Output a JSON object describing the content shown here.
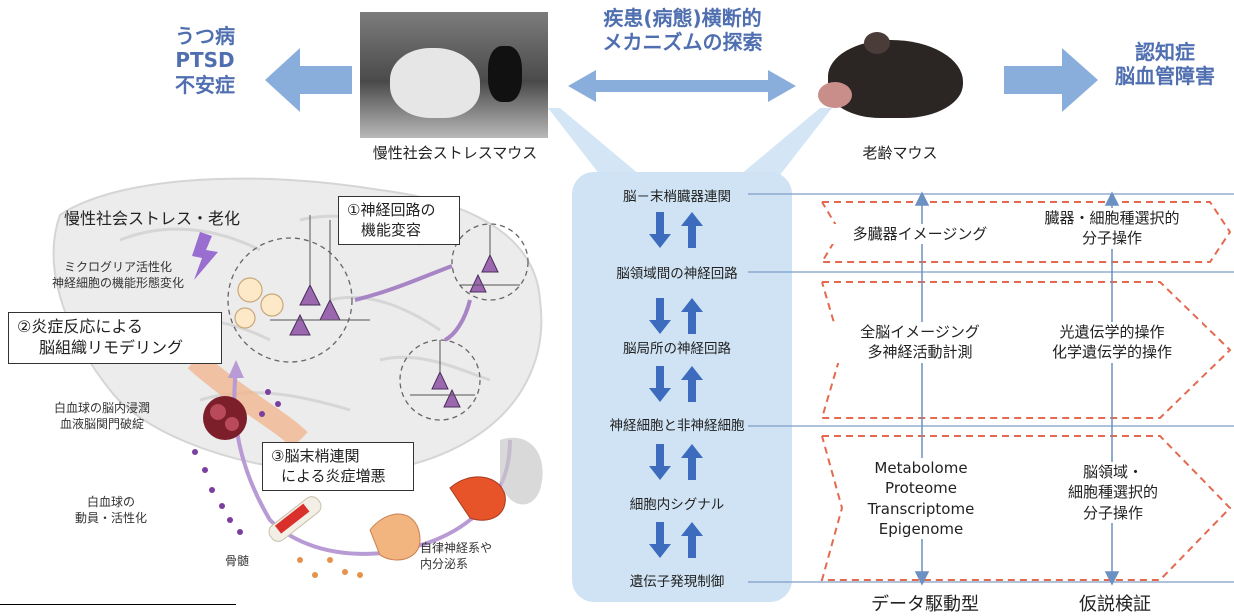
{
  "top": {
    "left_disorders": [
      "うつ病",
      "PTSD",
      "不安症"
    ],
    "center_title": [
      "疾患(病態)横断的",
      "メカニズムの探索"
    ],
    "right_disorders": [
      "認知症",
      "脳血管障害"
    ],
    "stress_mouse_caption": "慢性社会ストレスマウス",
    "aged_mouse_caption": "老齢マウス"
  },
  "brain": {
    "stress_label": "慢性社会ストレス・老化",
    "box1": [
      "①神経回路の",
      "機能変容"
    ],
    "microglia": [
      "ミクログリア活性化",
      "神経細胞の機能形態変化"
    ],
    "box2": [
      "②炎症反応による",
      "脳組織リモデリング"
    ],
    "leukocyte_infiltration": [
      "白血球の脳内浸潤",
      "血液脳関門破綻"
    ],
    "box3": [
      "③脳末梢連関",
      "による炎症増悪"
    ],
    "leukocyte_mobilization": [
      "白血球の",
      "動員・活性化"
    ],
    "bone_marrow": "骨髄",
    "autonomic": [
      "自律神経系や",
      "内分泌系"
    ]
  },
  "levels": [
    "脳－末梢臓器連関",
    "脳領域間の神経回路",
    "脳局所の神経回路",
    "神経細胞と非神経細胞",
    "細胞内シグナル",
    "遺伝子発現制御"
  ],
  "right_panel": {
    "multi_organ": "多臓器イメージング",
    "organ_cell_selective": [
      "臓器・細胞種選択的",
      "分子操作"
    ],
    "whole_brain": [
      "全脳イメージング",
      "多神経活動計測"
    ],
    "optogenetics": [
      "光遺伝学的操作",
      "化学遺伝学的操作"
    ],
    "omics": [
      "Metabolome",
      "Proteome",
      "Transcriptome",
      "Epigenome"
    ],
    "region_selective": [
      "脳領域・",
      "細胞種選択的",
      "分子操作"
    ],
    "data_driven": "データ駆動型",
    "hypothesis": "仮説検証"
  },
  "colors": {
    "arrow_blue": "#8aaedc",
    "text_blue": "#4f6fb0",
    "panel_blue": "#cfe3f4",
    "dashed_red": "#e46a4f",
    "neuron_purple": "#9b68b0"
  }
}
